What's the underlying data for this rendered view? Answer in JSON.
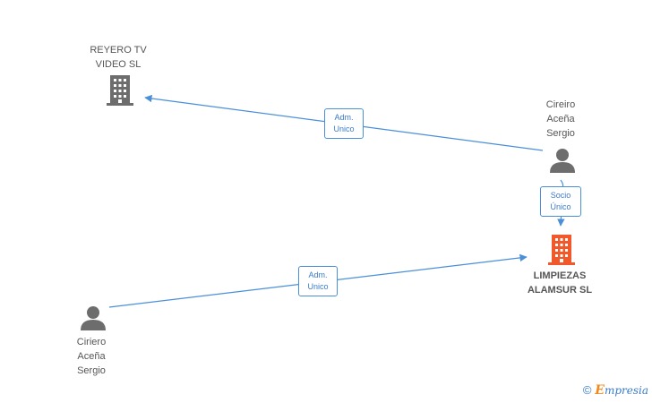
{
  "nodes": {
    "reyero": {
      "label": "REYERO TV\nVIDEO SL",
      "kind": "company"
    },
    "cireiro": {
      "label": "Cireiro\nAceña\nSergio",
      "kind": "person"
    },
    "limpiezas": {
      "label": "LIMPIEZAS\nALAMSUR SL",
      "kind": "company-main"
    },
    "ciriero": {
      "label": "Ciriero\nAceña\nSergio",
      "kind": "person"
    }
  },
  "edges": {
    "cireiro_reyero": {
      "label": "Adm.\nUnico"
    },
    "cireiro_limpiezas": {
      "label": "Socio\nÚnico"
    },
    "ciriero_limpiezas": {
      "label": "Adm.\nUnico"
    }
  },
  "colors": {
    "edge": "#4a8fd9",
    "company": "#6d6d6d",
    "company_main": "#f2592a",
    "person": "#6d6d6d"
  },
  "icons": {
    "company": "building-icon",
    "person": "person-icon"
  },
  "brand": {
    "copyright": "©",
    "name_initial": "E",
    "name_rest": "mpresia"
  }
}
